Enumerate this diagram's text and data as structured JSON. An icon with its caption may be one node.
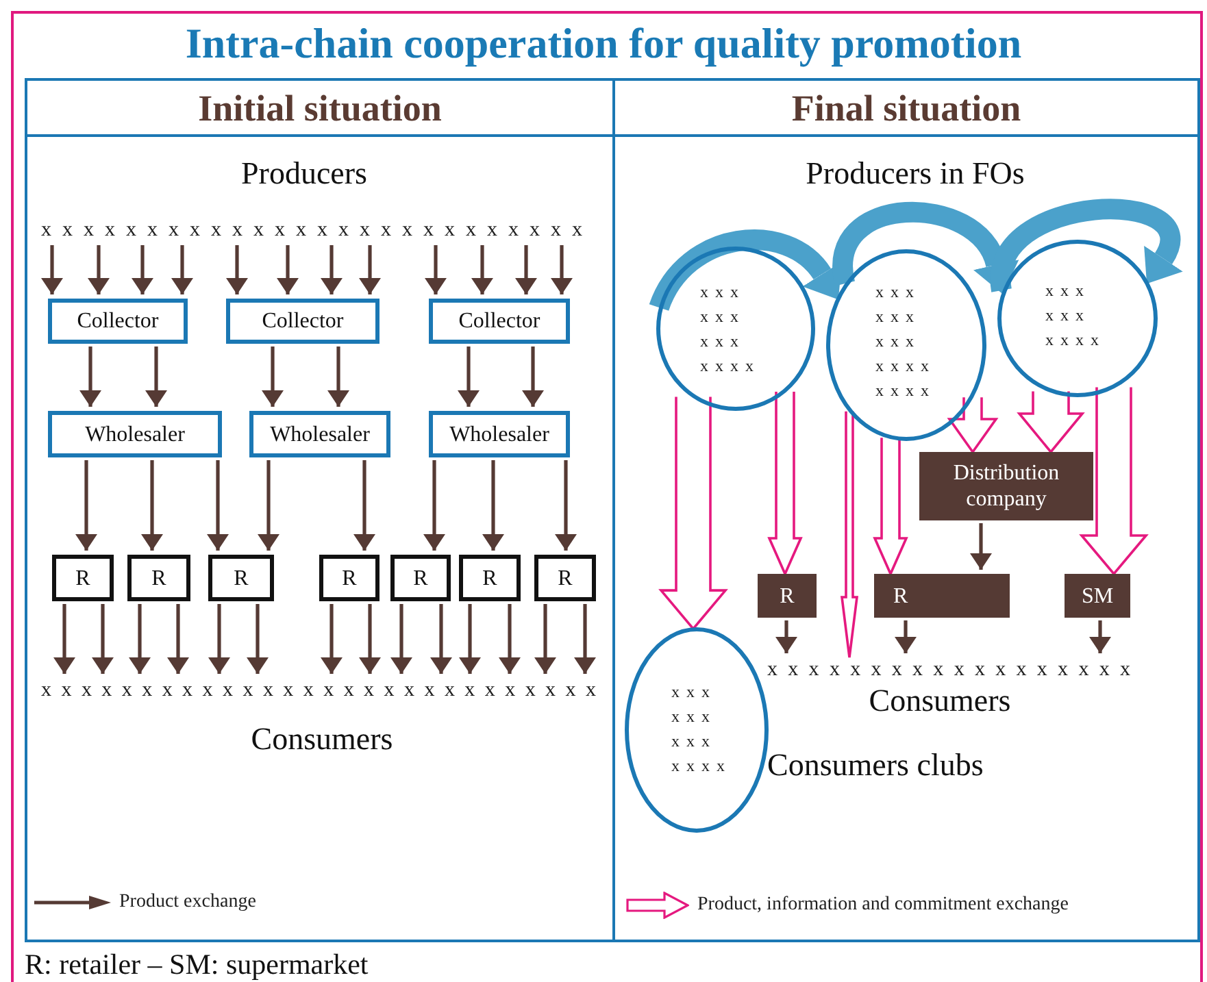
{
  "diagram": {
    "title": "Intra-chain cooperation for quality promotion",
    "caption": "R: retailer – SM: supermarket",
    "nodes": [
      {
        "text": [
          "Initial situation"
        ]
      },
      {
        "text": [
          "Final situation"
        ]
      },
      {
        "text": [
          "x x x x x x x x x x x x x x x x x x x x x x x x x x"
        ],
        "in": 0
      },
      {
        "text": [
          "Collector"
        ],
        "in": 0
      },
      {
        "text": [
          "Collector"
        ],
        "in": 0
      },
      {
        "text": [
          "Collector"
        ],
        "in": 0
      },
      {
        "text": [
          "Wholesaler"
        ],
        "in": 0
      },
      {
        "text": [
          "Wholesaler"
        ],
        "in": 0
      },
      {
        "text": [
          "Wholesaler"
        ],
        "in": 0
      },
      {
        "text": [
          "R"
        ],
        "in": 0
      },
      {
        "text": [
          "R"
        ],
        "in": 0
      },
      {
        "text": [
          "R"
        ],
        "in": 0
      },
      {
        "text": [
          "R"
        ],
        "in": 0
      },
      {
        "text": [
          "R"
        ],
        "in": 0
      },
      {
        "text": [
          "R"
        ],
        "in": 0
      },
      {
        "text": [
          "R"
        ],
        "in": 0
      },
      {
        "text": [
          "x x x x x x x x x x x x x x x x x x x x x x x x x x x x"
        ],
        "in": 0
      },
      {
        "text": [
          "x x x",
          "x x x",
          "x x x",
          "x x x x"
        ],
        "in": 1
      },
      {
        "text": [
          "x x x",
          "x x x",
          "x x x",
          "x x x x",
          "x x x x"
        ],
        "in": 1
      },
      {
        "text": [
          "x x x",
          "x x x",
          "x x x x"
        ],
        "in": 1
      },
      {
        "text": [
          "Distribution company"
        ],
        "in": 1
      },
      {
        "text": [
          "R"
        ],
        "in": 1
      },
      {
        "text": [
          "R"
        ],
        "in": 1
      },
      {
        "text": [
          "SM"
        ],
        "in": 1
      },
      {
        "text": [
          "x x x x x x x x x x x x x x x x x x"
        ],
        "in": 1
      },
      {
        "text": [
          "x x x",
          "x x x",
          "x x x",
          "x x x x"
        ],
        "in": 1,
        "beside": [
          "Consumers clubs"
        ]
      }
    ],
    "edges": [
      {
        "from": 2,
        "to": 3,
        "arrow": "to"
      },
      {
        "from": 2,
        "to": 3,
        "arrow": "to"
      },
      {
        "from": 2,
        "to": 3,
        "arrow": "to"
      },
      {
        "from": 2,
        "to": 3,
        "arrow": "to"
      },
      {
        "from": 2,
        "to": 4,
        "arrow": "to"
      },
      {
        "from": 2,
        "to": 4,
        "arrow": "to"
      },
      {
        "from": 2,
        "to": 4,
        "arrow": "to"
      },
      {
        "from": 2,
        "to": 4,
        "arrow": "to"
      },
      {
        "from": 2,
        "to": 5,
        "arrow": "to"
      },
      {
        "from": 2,
        "to": 5,
        "arrow": "to"
      },
      {
        "from": 2,
        "to": 5,
        "arrow": "to"
      },
      {
        "from": 2,
        "to": 5,
        "arrow": "to"
      },
      {
        "from": 3,
        "to": 6,
        "arrow": "to"
      },
      {
        "from": 3,
        "to": 6,
        "arrow": "to"
      },
      {
        "from": 4,
        "to": 7,
        "arrow": "to"
      },
      {
        "from": 4,
        "to": 7,
        "arrow": "to"
      },
      {
        "from": 5,
        "to": 8,
        "arrow": "to"
      },
      {
        "from": 5,
        "to": 8,
        "arrow": "to"
      },
      {
        "from": 6,
        "to": 9,
        "arrow": "to"
      },
      {
        "from": 6,
        "to": 10,
        "arrow": "to"
      },
      {
        "from": 6,
        "to": 11,
        "arrow": "to"
      },
      {
        "from": 7,
        "to": 11,
        "arrow": "to"
      },
      {
        "from": 7,
        "to": 12,
        "arrow": "to"
      },
      {
        "from": 8,
        "to": 13,
        "arrow": "to"
      },
      {
        "from": 8,
        "to": 14,
        "arrow": "to"
      },
      {
        "from": 8,
        "to": 15,
        "arrow": "to"
      },
      {
        "from": 9,
        "to": 16,
        "arrow": "to"
      },
      {
        "from": 9,
        "to": 16,
        "arrow": "to"
      },
      {
        "from": 10,
        "to": 16,
        "arrow": "to"
      },
      {
        "from": 10,
        "to": 16,
        "arrow": "to"
      },
      {
        "from": 11,
        "to": 16,
        "arrow": "to"
      },
      {
        "from": 11,
        "to": 16,
        "arrow": "to"
      },
      {
        "from": 12,
        "to": 16,
        "arrow": "to"
      },
      {
        "from": 12,
        "to": 16,
        "arrow": "to"
      },
      {
        "from": 13,
        "to": 16,
        "arrow": "to"
      },
      {
        "from": 13,
        "to": 16,
        "arrow": "to"
      },
      {
        "from": 14,
        "to": 16,
        "arrow": "to"
      },
      {
        "from": 14,
        "to": 16,
        "arrow": "to"
      },
      {
        "from": 15,
        "to": 16,
        "arrow": "to"
      },
      {
        "from": 15,
        "to": 16,
        "arrow": "to"
      },
      {
        "from": 17,
        "to": 18,
        "arrow": "to",
        "style": "thick",
        "color": "#4ba1cb"
      },
      {
        "from": 18,
        "to": 19,
        "arrow": "to",
        "style": "thick",
        "color": "#4ba1cb"
      },
      {
        "from": null,
        "to": 19,
        "arrow": "to",
        "style": "thick",
        "color": "#4ba1cb"
      },
      {
        "from": 17,
        "to": 25,
        "arrow": "to",
        "color": "#e5197f"
      },
      {
        "from": 17,
        "to": 21,
        "arrow": "to",
        "color": "#e5197f"
      },
      {
        "from": 18,
        "to": 24,
        "arrow": "to",
        "color": "#e5197f"
      },
      {
        "from": 18,
        "to": 22,
        "arrow": "to",
        "color": "#e5197f"
      },
      {
        "from": 18,
        "to": 20,
        "arrow": "to",
        "color": "#e5197f"
      },
      {
        "from": 19,
        "to": 20,
        "arrow": "to",
        "color": "#e5197f"
      },
      {
        "from": 19,
        "to": 23,
        "arrow": "to",
        "color": "#e5197f"
      },
      {
        "from": 20,
        "to": 22,
        "arrow": "to"
      },
      {
        "from": 21,
        "to": 24,
        "arrow": "to"
      },
      {
        "from": 22,
        "to": 24,
        "arrow": "to"
      },
      {
        "from": 23,
        "to": 24,
        "arrow": "to"
      }
    ],
    "labels": [
      "Producers",
      "Producers in FOs",
      "Consumers",
      "Consumers"
    ],
    "legend": [
      {
        "text": "Product exchange"
      },
      {
        "text": "Product, information and commitment exchange"
      }
    ]
  }
}
